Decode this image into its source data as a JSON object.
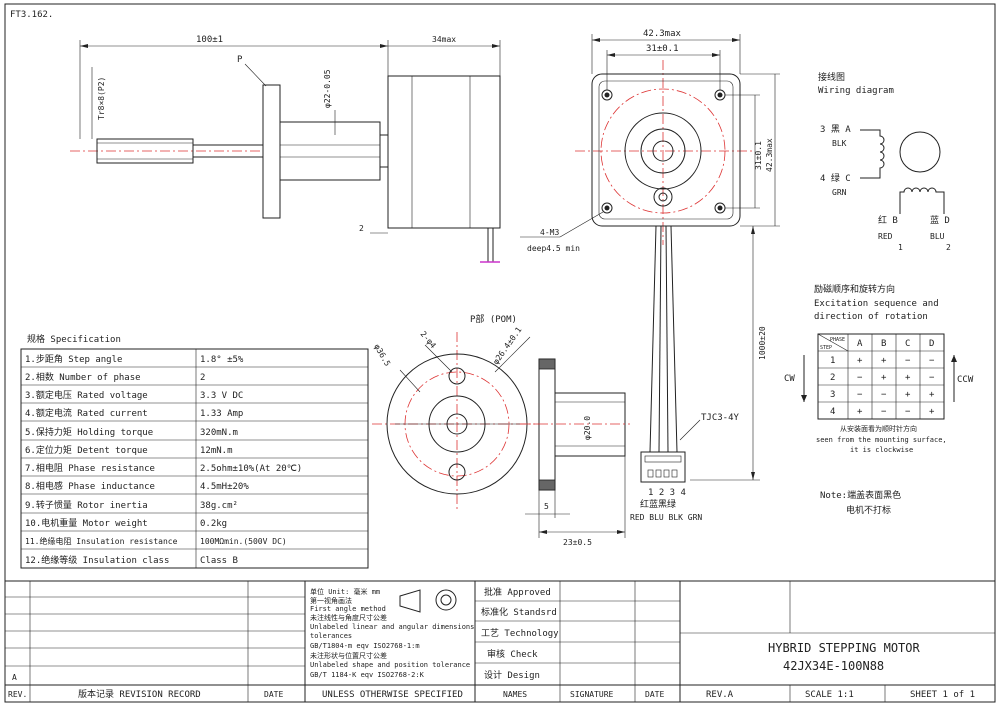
{
  "drawing_code": "FT3.162.",
  "dims": {
    "shaft_len": "100±1",
    "body_len": "34max",
    "body_w": "42.3max",
    "hole_pitch": "31±0.1",
    "hole_pitch_v": "31±0.1",
    "body_h": "42.3max",
    "thread": "Tr8×8(P2)",
    "pilot": "φ22-0.05",
    "flange_step": "2",
    "holes": "4-M3",
    "hole_depth": "deep4.5 min",
    "cable_len": "1000±20",
    "connector": "TJC3-4Y",
    "p_label": "P",
    "p_part": "P部 (POM)",
    "flange_pcd": "φ26.4±0.1",
    "flange_od": "φ36.5",
    "flange_holes": "2-φ4",
    "flange_bore": "φ20.0",
    "flange_thk": "5",
    "flange_len": "23±0.5"
  },
  "wiring": {
    "title_cn": "接线图",
    "title_en": "Wiring diagram",
    "a_cn": "3 黑 A",
    "a_en": "BLK",
    "c_cn": "4 绿 C",
    "c_en": "GRN",
    "b_cn": "红 B",
    "b_en": "RED",
    "b_num": "1",
    "d_cn": "蓝 D",
    "d_en": "BLU",
    "d_num": "2"
  },
  "connector_pins": {
    "numbers": "1 2 3 4",
    "colors_cn": "红蓝黑绿",
    "colors_en": "RED BLU BLK GRN"
  },
  "excitation": {
    "title_cn": "励磁顺序和旋转方向",
    "title_en1": "Excitation sequence and",
    "title_en2": "direction of rotation",
    "corner_top": "PHASE",
    "corner_bottom": "STEP",
    "headers": [
      "A",
      "B",
      "C",
      "D"
    ],
    "rows": [
      {
        "step": "1",
        "cells": [
          "+",
          "+",
          "−",
          "−"
        ]
      },
      {
        "step": "2",
        "cells": [
          "−",
          "+",
          "+",
          "−"
        ]
      },
      {
        "step": "3",
        "cells": [
          "−",
          "−",
          "+",
          "+"
        ]
      },
      {
        "step": "4",
        "cells": [
          "+",
          "−",
          "−",
          "+"
        ]
      }
    ],
    "cw": "CW",
    "ccw": "CCW",
    "note_cn": "从安装面看为顺时针方向",
    "note_en1": "seen from the mounting surface,",
    "note_en2": "it is clockwise"
  },
  "note": {
    "line1": "Note:端盖表面黑色",
    "line2": "电机不打标"
  },
  "spec": {
    "title": "规格 Specification",
    "rows": [
      {
        "label": "1.步距角 Step angle",
        "value": "1.8° ±5%"
      },
      {
        "label": "2.相数 Number of phase",
        "value": "2"
      },
      {
        "label": "3.额定电压 Rated voltage",
        "value": "3.3 V DC"
      },
      {
        "label": "4.额定电流 Rated current",
        "value": "1.33 Amp"
      },
      {
        "label": "5.保持力矩 Holding torque",
        "value": "320mN.m"
      },
      {
        "label": "6.定位力矩 Detent torque",
        "value": "12mN.m"
      },
      {
        "label": "7.相电阻 Phase resistance",
        "value": "2.5ohm±10%(At 20℃)"
      },
      {
        "label": "8.相电感 Phase inductance",
        "value": "4.5mH±20%"
      },
      {
        "label": "9.转子惯量 Rotor inertia",
        "value": "38g.cm²"
      },
      {
        "label": "10.电机重量 Motor weight",
        "value": "0.2kg"
      },
      {
        "label": "11.绝缘电阻 Insulation resistance",
        "value": "100MΩmin.(500V DC)"
      },
      {
        "label": "12.绝缘等级 Insulation class",
        "value": "Class B"
      }
    ]
  },
  "title_block": {
    "rev_a": "A",
    "rev": "REV.",
    "revision_record": "版本记录 REVISION RECORD",
    "date1": "DATE",
    "unless": "UNLESS OTHERWISE SPECIFIED",
    "tol": [
      "单位 Unit: 毫米 mm",
      "第一视角画法",
      "First angle method",
      "未注线性与角度尺寸公差",
      "Unlabeled linear and angular dimensions",
      "tolerances",
      "GB/T1804-m  eqv ISO2768-1:m",
      "未注形状与位置尺寸公差",
      "Unlabeled shape and position tolerance",
      "GB/T 1184-K  eqv ISO2768-2:K"
    ],
    "approved": "批准 Approved",
    "standard": "标准化 Standsrd",
    "technology": "工艺 Technology",
    "check": "审核 Check",
    "design": "设计 Design",
    "names": "NAMES",
    "signature": "SIGNATURE",
    "date2": "DATE",
    "rev_val": "REV.A",
    "product_title": "HYBRID STEPPING MOTOR",
    "model": "42JX34E-100N88",
    "scale": "SCALE 1:1",
    "sheet": "SHEET 1 of 1"
  }
}
